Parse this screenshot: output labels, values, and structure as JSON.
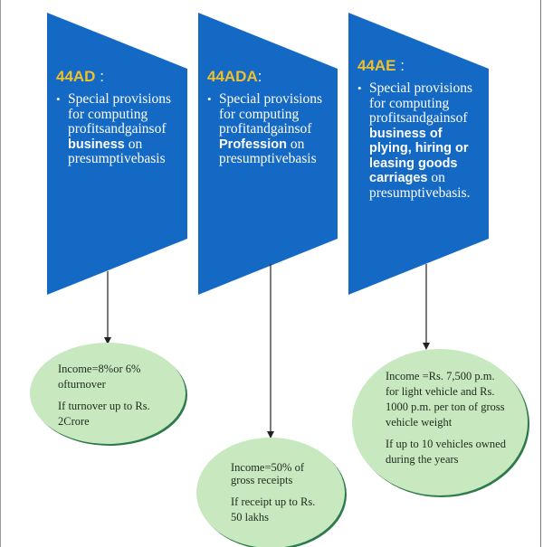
{
  "colors": {
    "panel_fill": "#1369c4",
    "heading_accent": "#f0c02c",
    "ellipse_fill": "#c8e8c0",
    "ellipse_shadow": "#2f7a4c",
    "connector": "#222222"
  },
  "panels": [
    {
      "heading": "44AD",
      "colon": " :",
      "bullet": "•",
      "text_before": "Special provisions for computing profitsandgainsof",
      "bold": "business",
      "text_after": " on presumptivebasis"
    },
    {
      "heading": "44ADA",
      "colon": ":",
      "bullet": "•",
      "text_before": "Special provisions for computing profitandgainsof",
      "bold": "Profession",
      "text_after": " on presumptivebasis"
    },
    {
      "heading": "44AE",
      "colon": " :",
      "bullet": "•",
      "text_before": "Special provisions for computing profitsandgainsof",
      "bold": "business of plying, hiring or leasing goods carriages",
      "text_after": " on presumptivebasis."
    }
  ],
  "outcomes": [
    {
      "line1": "Income=8%or 6%   ofturnover",
      "line2": "If turnover up to Rs. 2Crore"
    },
    {
      "line1": "Income=50% of gross receipts",
      "line2": "If receipt up to Rs. 50 lakhs"
    },
    {
      "line1": "Income =Rs. 7,500 p.m. for light vehicle and Rs. 1000 p.m. per ton of gross vehicle weight",
      "line2": "If up to 10 vehicles owned during the years"
    }
  ]
}
